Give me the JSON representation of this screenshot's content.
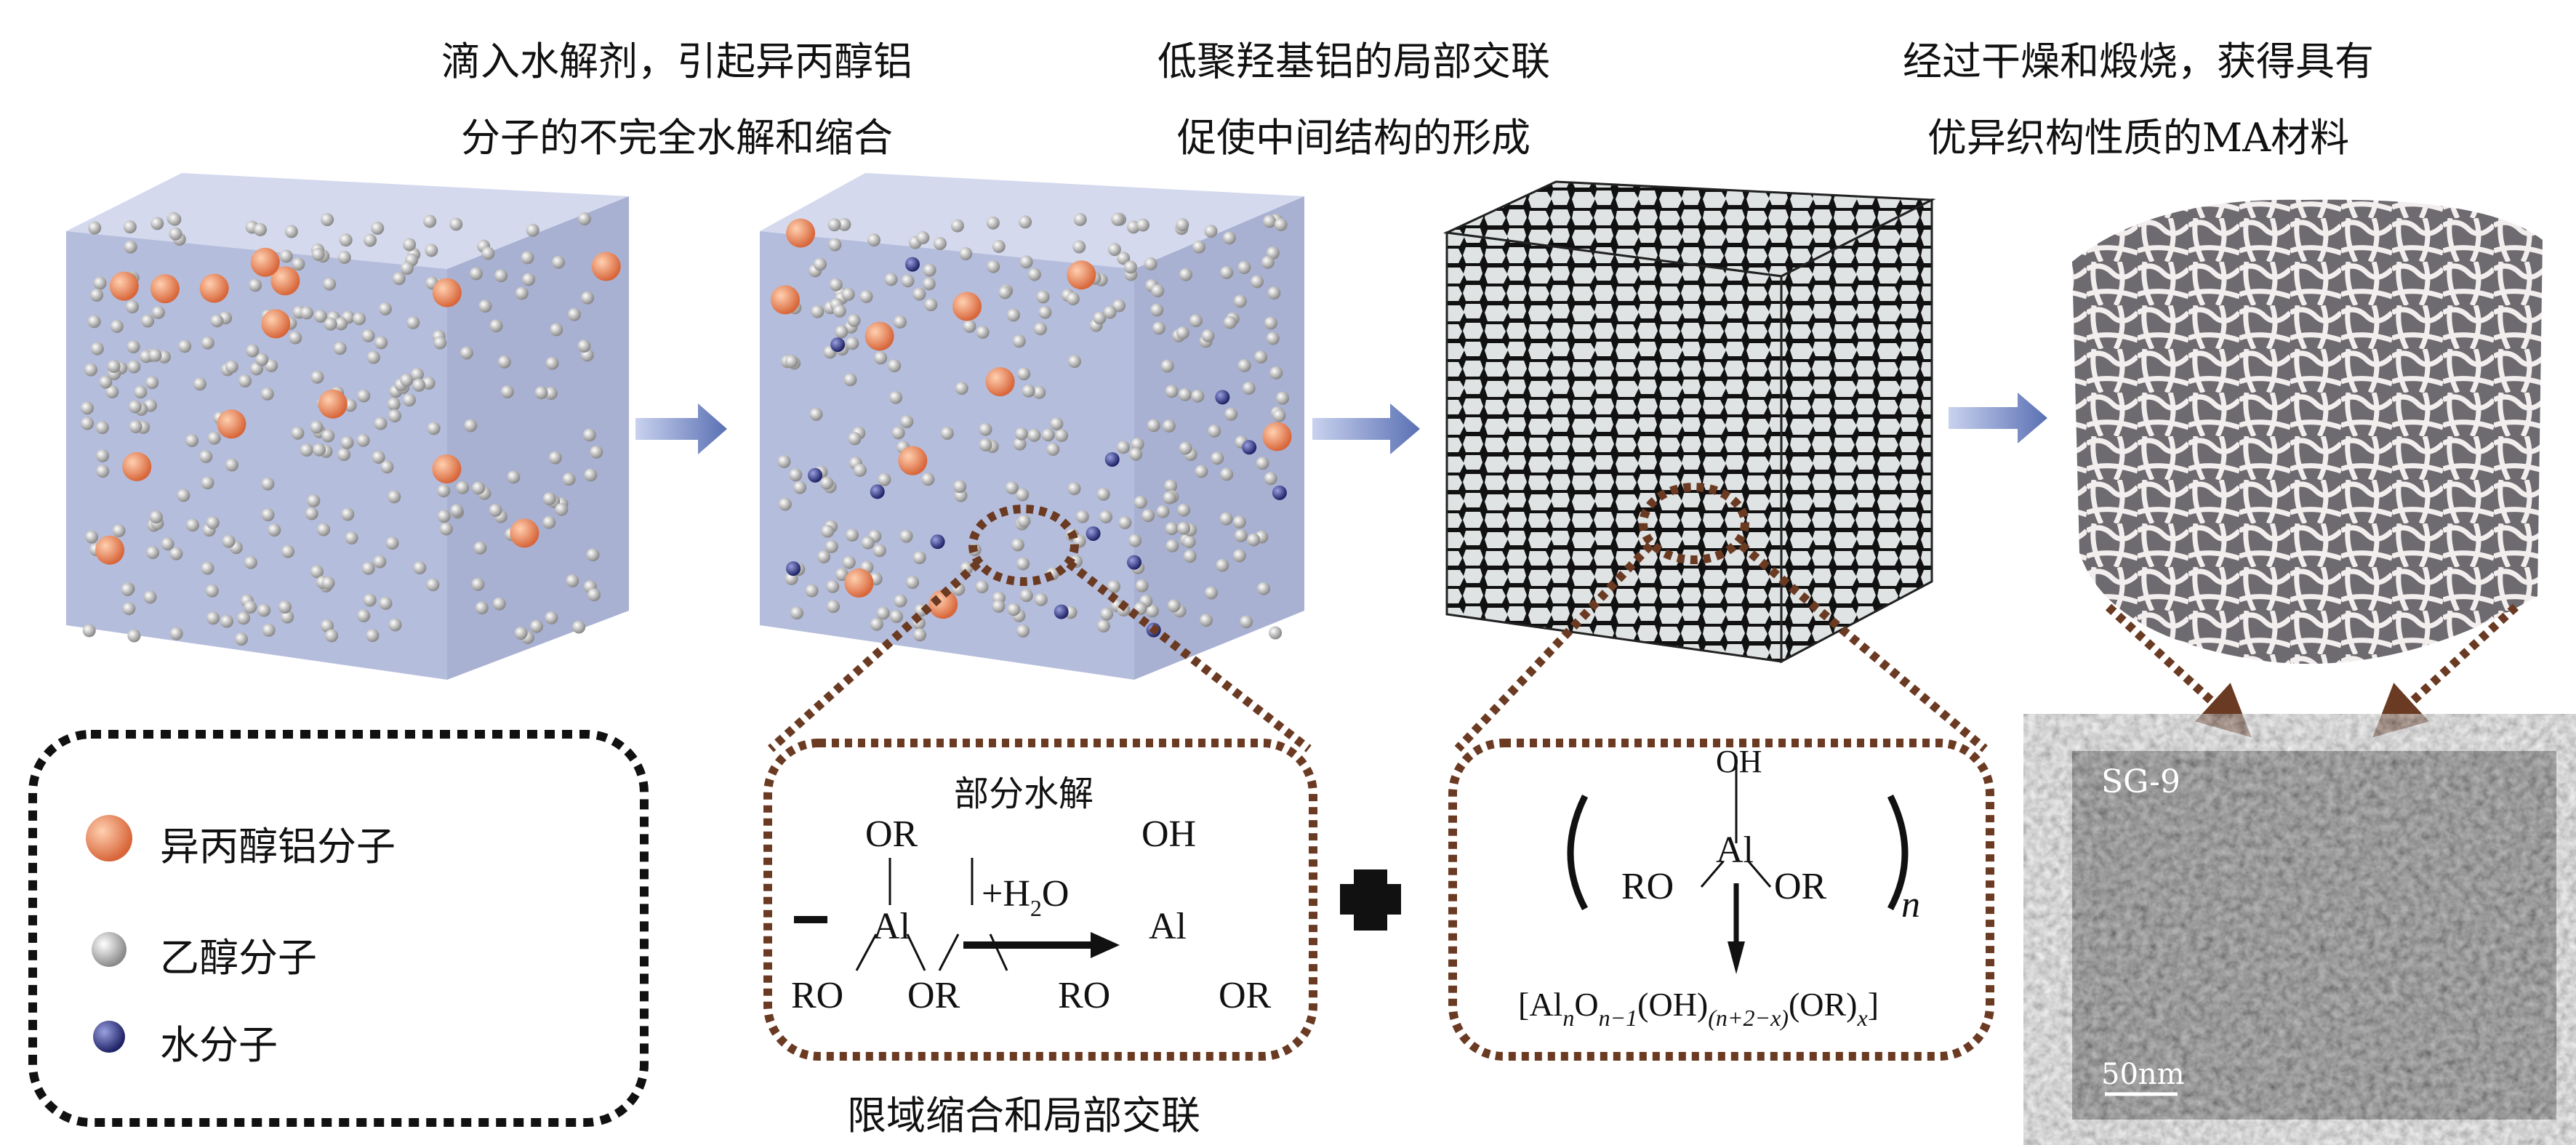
{
  "steps": [
    {
      "line1": "滴入水解剂，引起异丙醇铝",
      "line2": "分子的不完全水解和缩合"
    },
    {
      "line1": "低聚羟基铝的局部交联",
      "line2": "促使中间结构的形成"
    },
    {
      "line1": "经过干燥和煅烧，获得具有",
      "line2": "优异织构性质的MA材料"
    }
  ],
  "legend": [
    {
      "label": "异丙醇铝分子",
      "color": "#e8875a"
    },
    {
      "label": "乙醇分子",
      "color": "#bdbdbd"
    },
    {
      "label": "水分子",
      "color": "#3a3f8a"
    }
  ],
  "hydrolysis_box": {
    "title": "部分水解",
    "reagent": "+H",
    "reagent_sub": "2",
    "reagent_tail": "O",
    "left": {
      "top": "OR",
      "center": "Al",
      "bl": "RO",
      "br": "OR"
    },
    "right": {
      "top": "OH",
      "center": "Al",
      "bl": "RO",
      "br": "OR"
    },
    "caption": "限域缩合和局部交联"
  },
  "plus": "+",
  "polymer_box": {
    "top": "OH",
    "center": "Al",
    "bl": "RO",
    "br": "OR",
    "repeat": "n",
    "formula": {
      "open": "[Al",
      "s1": "n",
      "o": "O",
      "s2": "n−1",
      "oh": "(OH)",
      "s3": "(n+2−x)",
      "or": "(OR)",
      "s4": "x",
      "close": "]"
    }
  },
  "tem": {
    "sample": "SG-9",
    "scale": "50nm"
  },
  "colors": {
    "cube": "#b7bfdc",
    "arrow": "#6f84c0",
    "dash": "#6b3a22",
    "orange": "#e8875a",
    "blue": "#3a3f8a"
  }
}
